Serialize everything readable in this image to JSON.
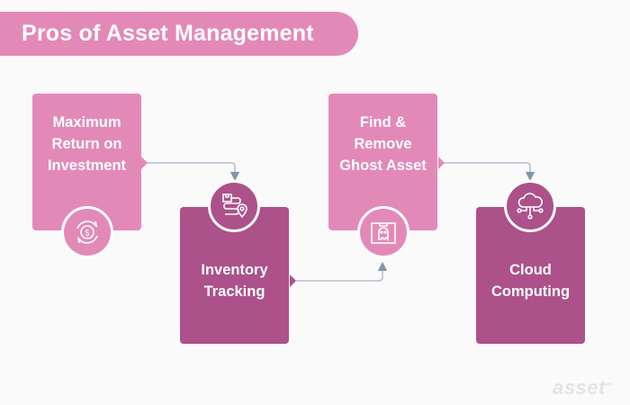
{
  "title": "Pros of Asset Management",
  "colors": {
    "light_pink": "#e389b8",
    "dark_magenta": "#ac5189",
    "connector": "#94a3b8",
    "background": "#fafafa"
  },
  "steps": [
    {
      "label": "Maximum\nReturn on\nInvestment",
      "icon": "money-cycle-icon",
      "style": "light"
    },
    {
      "label": "Inventory\nTracking",
      "icon": "package-route-tracking-icon",
      "style": "dark"
    },
    {
      "label": "Find &\nRemove\nGhost Asset",
      "icon": "ghost-in-box-icon",
      "style": "light"
    },
    {
      "label": "Cloud\nComputing",
      "icon": "cloud-network-icon",
      "style": "dark"
    }
  ],
  "watermark": {
    "text": "asset",
    "mark": "∞"
  }
}
